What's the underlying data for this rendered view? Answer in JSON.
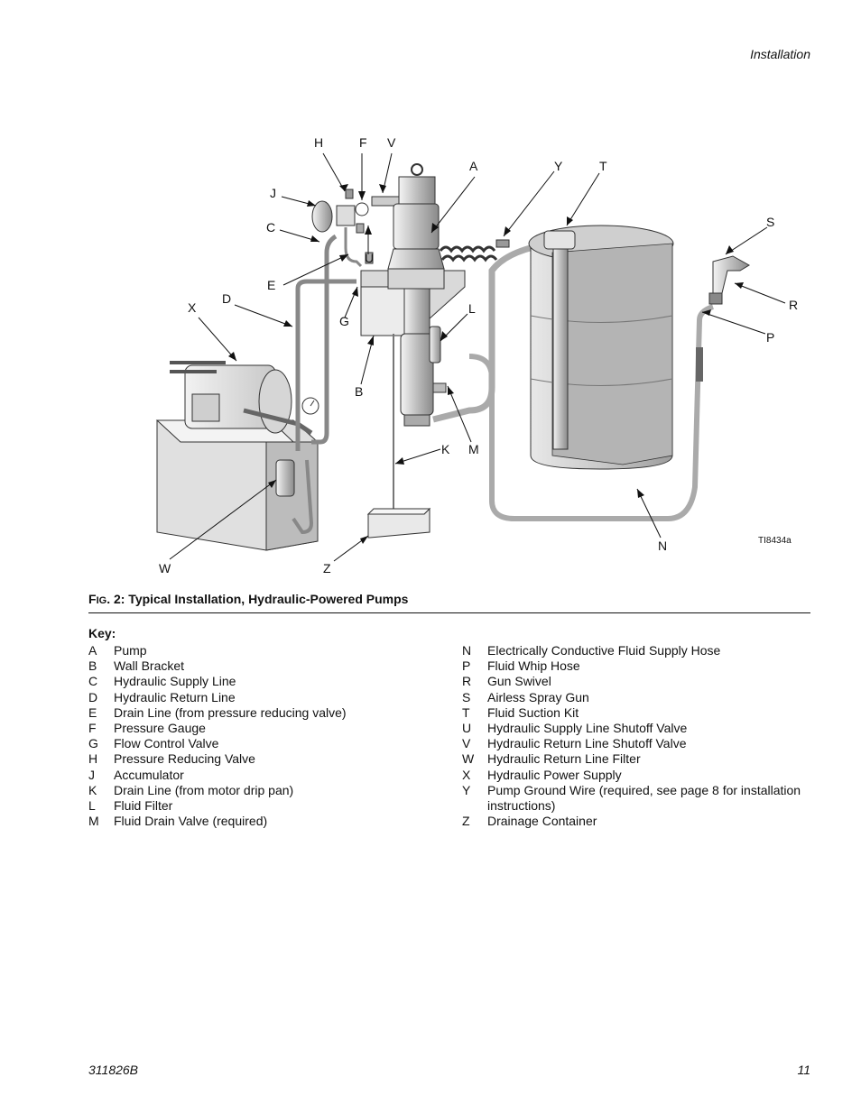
{
  "header": {
    "section": "Installation"
  },
  "figure": {
    "callouts": [
      {
        "letter": "H"
      },
      {
        "letter": "F"
      },
      {
        "letter": "V"
      },
      {
        "letter": "A"
      },
      {
        "letter": "Y"
      },
      {
        "letter": "T"
      },
      {
        "letter": "J"
      },
      {
        "letter": "C"
      },
      {
        "letter": "U"
      },
      {
        "letter": "S"
      },
      {
        "letter": "E"
      },
      {
        "letter": "D"
      },
      {
        "letter": "X"
      },
      {
        "letter": "L"
      },
      {
        "letter": "G"
      },
      {
        "letter": "R"
      },
      {
        "letter": "P"
      },
      {
        "letter": "B"
      },
      {
        "letter": "K"
      },
      {
        "letter": "M"
      },
      {
        "letter": "N"
      },
      {
        "letter": "W"
      },
      {
        "letter": "Z"
      }
    ],
    "figure_id": "TI8434a"
  },
  "caption": {
    "prefix": "F",
    "prefix_small": "IG",
    "text": ". 2: Typical Installation, Hydraulic-Powered Pumps"
  },
  "key": {
    "title": "Key:",
    "left": [
      {
        "letter": "A",
        "desc": "Pump"
      },
      {
        "letter": "B",
        "desc": "Wall Bracket"
      },
      {
        "letter": "C",
        "desc": "Hydraulic Supply Line"
      },
      {
        "letter": "D",
        "desc": "Hydraulic Return Line"
      },
      {
        "letter": "E",
        "desc": "Drain Line (from pressure reducing valve)"
      },
      {
        "letter": "F",
        "desc": "Pressure Gauge"
      },
      {
        "letter": "G",
        "desc": "Flow Control Valve"
      },
      {
        "letter": "H",
        "desc": "Pressure Reducing Valve"
      },
      {
        "letter": "J",
        "desc": "Accumulator"
      },
      {
        "letter": "K",
        "desc": "Drain Line (from motor drip pan)"
      },
      {
        "letter": "L",
        "desc": "Fluid Filter"
      },
      {
        "letter": "M",
        "desc": "Fluid Drain Valve (required)"
      }
    ],
    "right": [
      {
        "letter": "N",
        "desc": "Electrically Conductive Fluid Supply Hose"
      },
      {
        "letter": "P",
        "desc": "Fluid Whip Hose"
      },
      {
        "letter": "R",
        "desc": "Gun Swivel"
      },
      {
        "letter": "S",
        "desc": "Airless Spray Gun"
      },
      {
        "letter": "T",
        "desc": "Fluid Suction Kit"
      },
      {
        "letter": "U",
        "desc": "Hydraulic Supply Line Shutoff Valve"
      },
      {
        "letter": "V",
        "desc": "Hydraulic Return Line Shutoff Valve"
      },
      {
        "letter": "W",
        "desc": "Hydraulic Return Line Filter"
      },
      {
        "letter": "X",
        "desc": "Hydraulic Power Supply"
      },
      {
        "letter": "Y",
        "desc": "Pump Ground Wire (required, see page 8 for installation instructions)"
      },
      {
        "letter": "Z",
        "desc": "Drainage Container"
      }
    ]
  },
  "footer": {
    "doc_number": "311826B",
    "page_number": "11"
  }
}
